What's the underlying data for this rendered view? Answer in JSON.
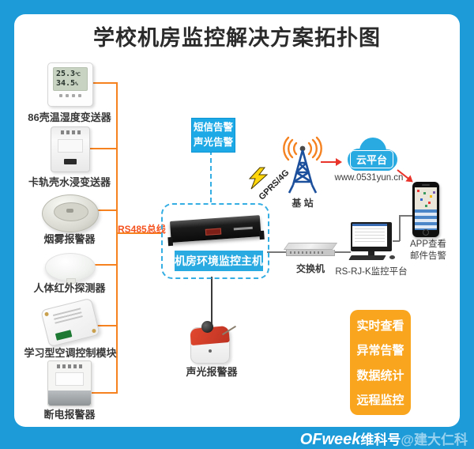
{
  "title": "学校机房监控解决方案拓扑图",
  "colors": {
    "frame_blue": "#1d9bd9",
    "accent_blue": "#29abe2",
    "bus_orange": "#f6821f",
    "rs485_text": "#f4511e",
    "alert_red": "#e8342a",
    "feature_orange": "#f9a51d",
    "tower_navy": "#1c4f9c",
    "lightning_yellow": "#ffd60a"
  },
  "sensors": {
    "bus_label": "RS485总线",
    "lcd": {
      "temp": "25.3",
      "temp_unit": "℃",
      "humidity": "34.5",
      "hum_unit": "%"
    },
    "items": [
      {
        "label": "86壳温湿度变送器"
      },
      {
        "label": "卡轨壳水浸变送器"
      },
      {
        "label": "烟雾报警器"
      },
      {
        "label": "人体红外探测器"
      },
      {
        "label": "学习型空调控制模块"
      },
      {
        "label": "断电报警器"
      }
    ]
  },
  "host": {
    "label": "机房环境监控主机",
    "alarm_box": {
      "line1": "短信告警",
      "line2": "声光告警"
    }
  },
  "siren": {
    "label": "声光报警器"
  },
  "network": {
    "gprs": "GPRS/4G",
    "station": "基 站",
    "cloud": "云平台",
    "cloud_url": "www.0531yun.cn",
    "switch": "交换机",
    "monitor": "RS-RJ-K监控平台",
    "app": {
      "line1": "APP查看",
      "line2": "邮件告警"
    }
  },
  "features": {
    "items": [
      "实时查看",
      "异常告警",
      "数据统计",
      "远程监控"
    ]
  },
  "watermark": {
    "brand": "OFweek",
    "channel": "维科号",
    "handle": "@建大仁科"
  }
}
